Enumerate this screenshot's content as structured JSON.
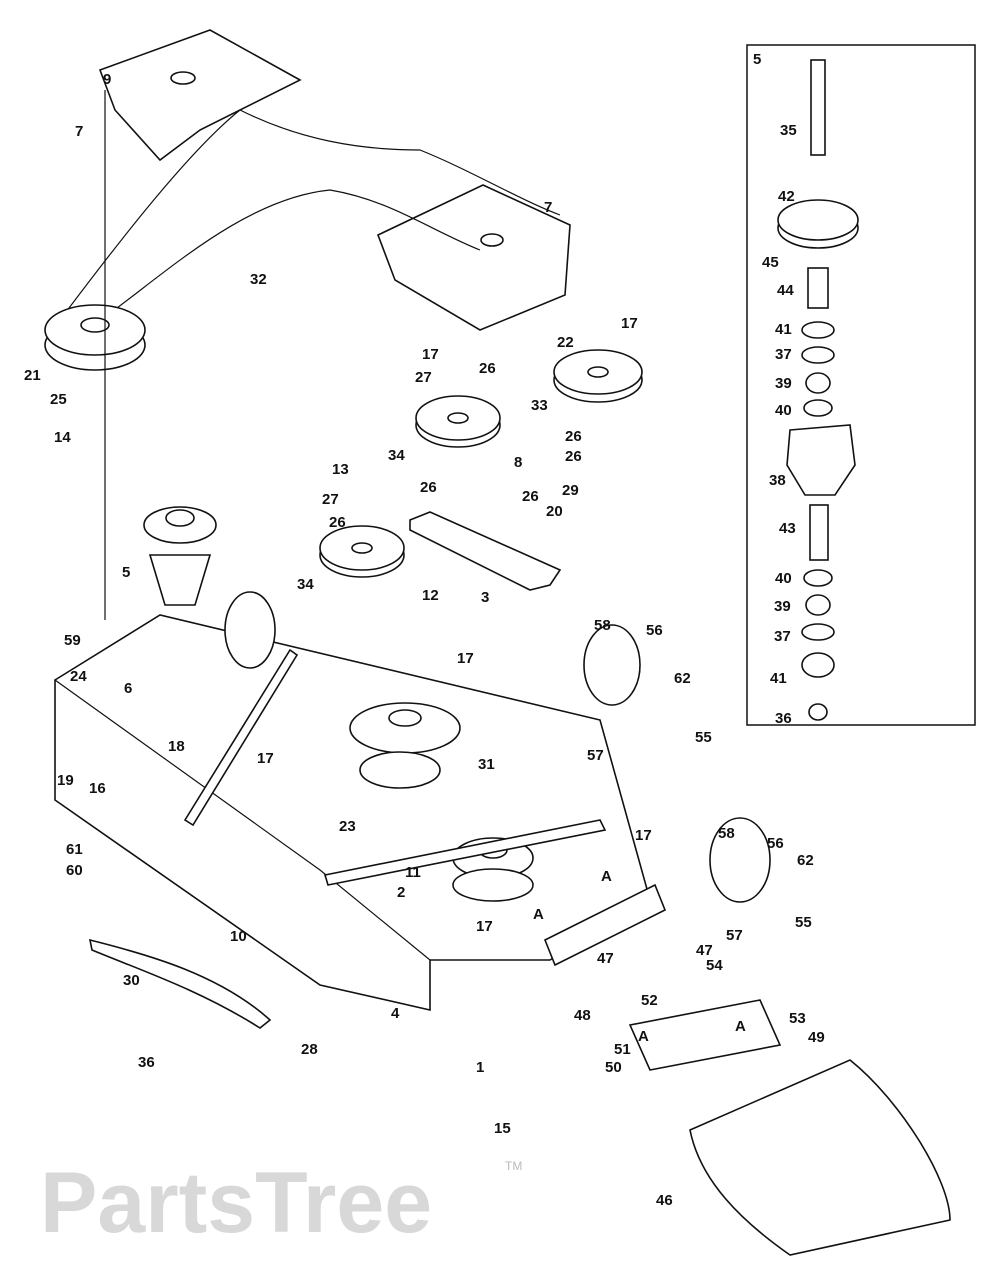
{
  "watermark": {
    "text": "PartsTree",
    "trademark": "TM"
  },
  "inset": {
    "title": "5"
  },
  "callouts": [
    "9",
    "7",
    "32",
    "7",
    "21",
    "25",
    "14",
    "17",
    "27",
    "26",
    "17",
    "22",
    "33",
    "34",
    "13",
    "27",
    "26",
    "26",
    "8",
    "26",
    "26",
    "26",
    "29",
    "20",
    "5",
    "34",
    "12",
    "3",
    "59",
    "58",
    "56",
    "17",
    "24",
    "6",
    "62",
    "18",
    "17",
    "19",
    "16",
    "55",
    "57",
    "31",
    "23",
    "61",
    "60",
    "17",
    "58",
    "56",
    "62",
    "11",
    "2",
    "A",
    "A",
    "17",
    "10",
    "55",
    "47",
    "57",
    "47",
    "54",
    "30",
    "4",
    "52",
    "48",
    "53",
    "49",
    "A",
    "28",
    "51",
    "50",
    "A",
    "36",
    "1",
    "15",
    "46"
  ],
  "inset_callouts": [
    "35",
    "42",
    "45",
    "44",
    "41",
    "37",
    "39",
    "40",
    "38",
    "43",
    "40",
    "39",
    "37",
    "41",
    "36"
  ]
}
